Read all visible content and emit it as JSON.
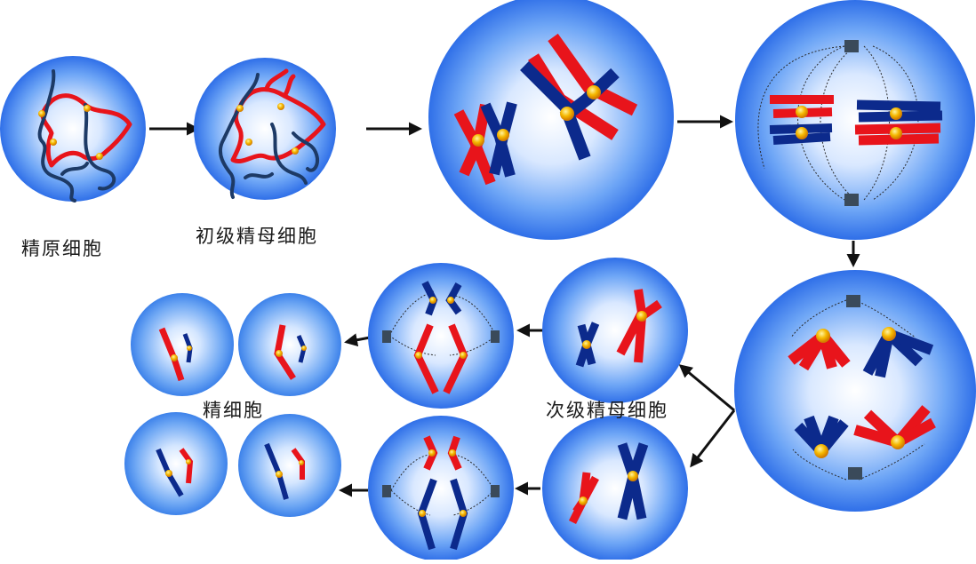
{
  "labels": {
    "spermatogonium": "精原细胞",
    "primary_spermatocyte": "初级精母细胞",
    "secondary_spermatocyte": "次级精母细胞",
    "sperm_cell": "精细胞"
  },
  "colors": {
    "maternal": "#e8141b",
    "paternal": "#0c2a8c",
    "dark_chromatin": "#1d3a66",
    "centromere": "#f5a800",
    "centrosome": "#3a4a5a",
    "arrow": "#111111",
    "cell_edge": "#2f6fe8",
    "cell_center": "#ffffff"
  }
}
